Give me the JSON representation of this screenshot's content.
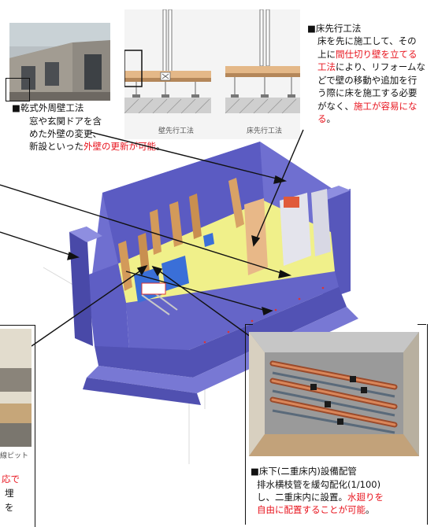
{
  "dry_wall": {
    "title": "■乾式外周壁工法",
    "desc_lines": [
      "窓や玄関ドアを含",
      "めた外壁の変更、"
    ],
    "desc_prefix": "新設といった",
    "desc_red": "外壁の更新が可能",
    "desc_suffix": "。"
  },
  "floor_first": {
    "title": "■床先行工法",
    "line1": "床を先に施工して、その",
    "line2_prefix": "上に",
    "line2_red": "間仕切り壁を立てる",
    "line3_red": "工法",
    "line3_suffix": "により、リフォームな",
    "line4": "どで壁の移動や追加を行",
    "line5": "う際に床を施工する必要",
    "line6_prefix": "がなく、",
    "line6_red": "施工が容易にな",
    "line7_red": "る",
    "line7_suffix": "。"
  },
  "diagram_captions": {
    "wall_first": "壁先行工法",
    "floor_first": "床先行工法"
  },
  "underfloor": {
    "title": "■床下(二重床内)設備配管",
    "line1": "排水横枝管を緩勾配化(1/100)",
    "line2_prefix": "し、二重床内に設置。",
    "line2_red": "水廻りを",
    "line3_red": "自由に配置することが可能",
    "line3_suffix": "。"
  },
  "left_panel": {
    "photo_caption": "線ピット",
    "red_text": "応で",
    "line1": "埋",
    "line2": "を"
  },
  "colors": {
    "accent_red": "#e8141e",
    "wall_blue": "#6f6fd0",
    "wall_blue_dark": "#4949a8",
    "floor_yellow": "#f0f08a",
    "partition_wood": "#d39a5a"
  }
}
